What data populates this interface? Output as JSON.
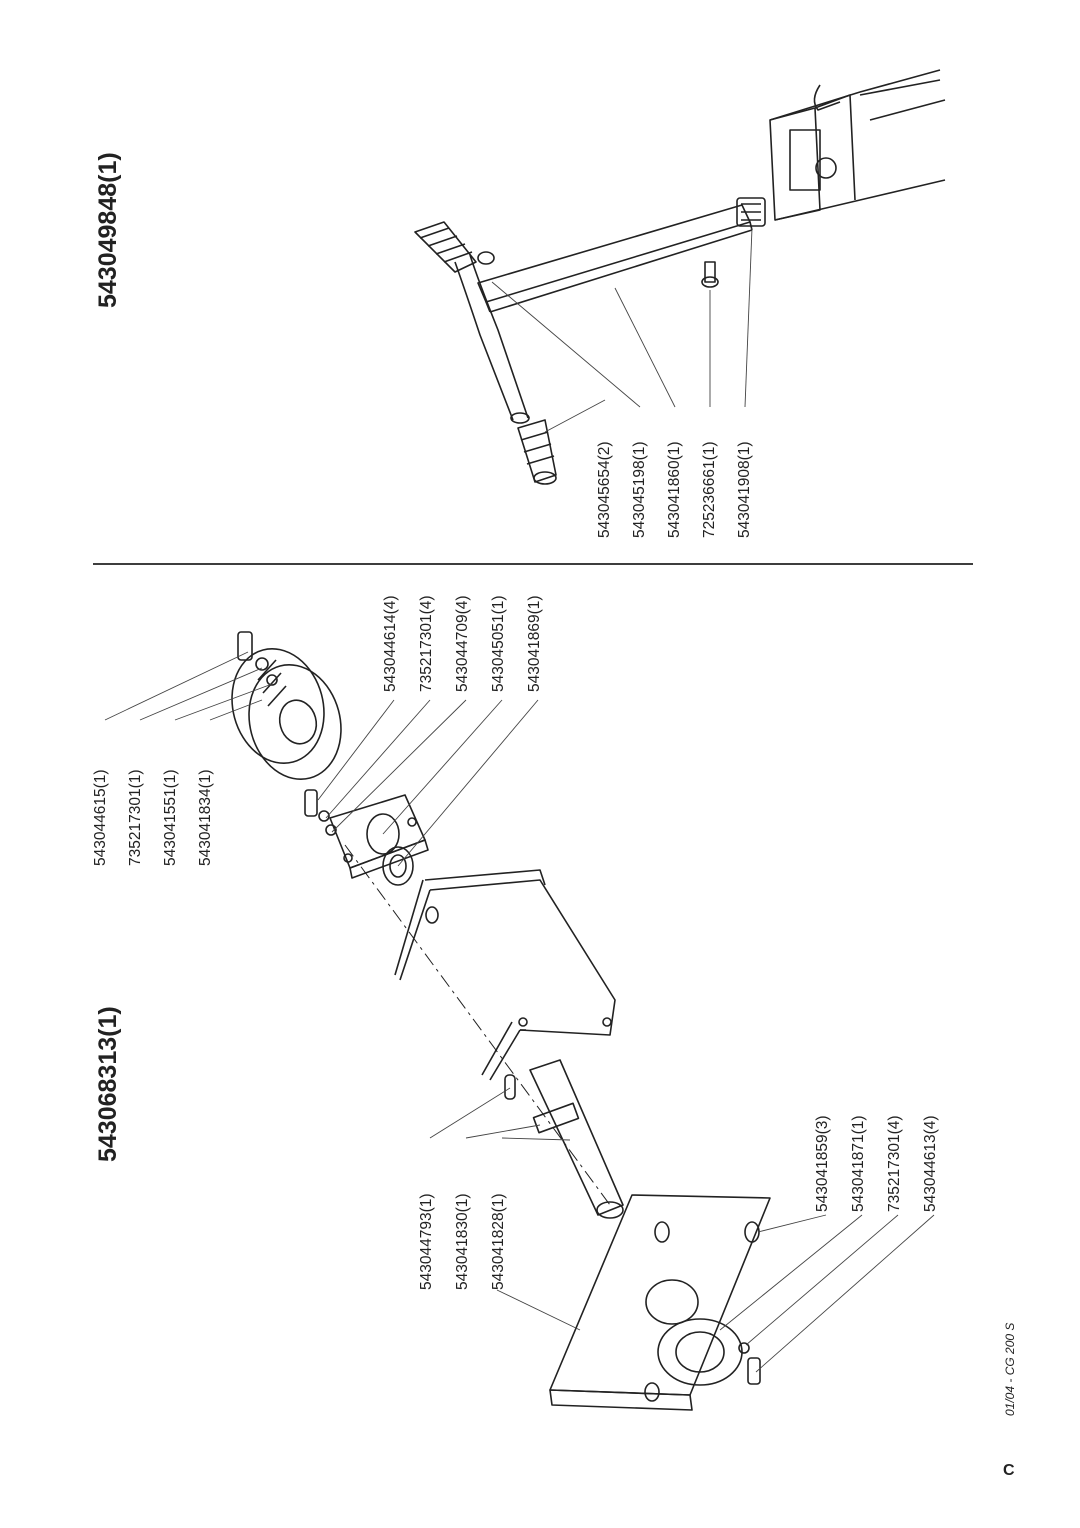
{
  "assemblies": {
    "right": {
      "title": "543049848(1)",
      "parts": [
        "543045654(2)",
        "543045198(1)",
        "543041860(1)",
        "725236661(1)",
        "543041908(1)"
      ]
    },
    "left": {
      "title": "543068313(1)",
      "pulley_parts": [
        "543044615(1)",
        "735217301(1)",
        "543041551(1)",
        "543041834(1)"
      ],
      "bearing_parts": [
        "543044614(4)",
        "735217301(4)",
        "543044709(4)",
        "543045051(1)",
        "543041869(1)"
      ],
      "shaft_parts": [
        "543044793(1)",
        "543041830(1)",
        "543041828(1)"
      ],
      "flange_parts": [
        "543041859(3)",
        "543041871(1)",
        "735217301(4)",
        "543044613(4)"
      ]
    }
  },
  "footer": {
    "code": "01/04 - CG 200 S",
    "page_letter": "C"
  }
}
